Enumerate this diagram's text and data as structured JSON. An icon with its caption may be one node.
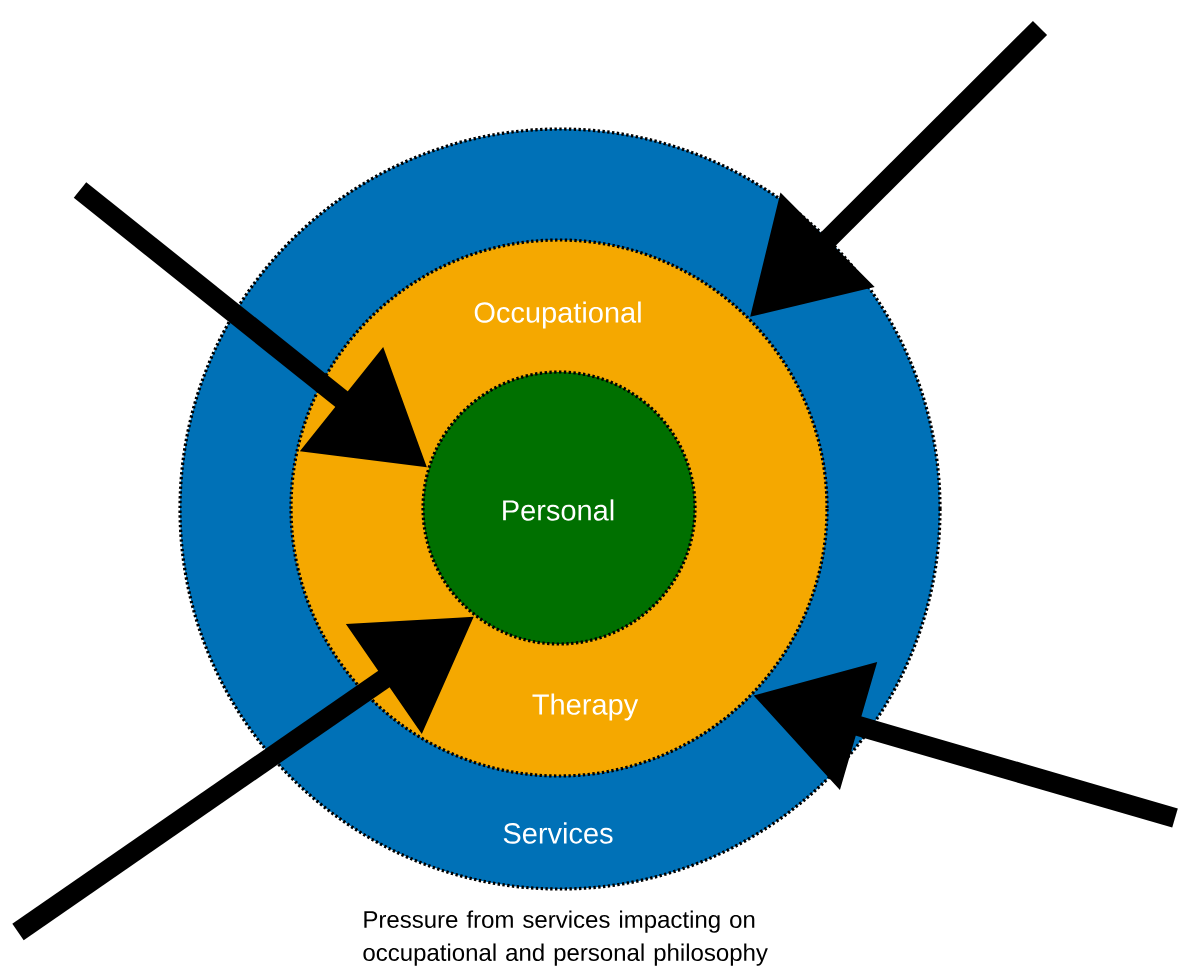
{
  "diagram": {
    "caption": "Pressure from services impacting on occupational and personal philosophy",
    "nodes": [
      {
        "text": [
          "Services"
        ]
      },
      {
        "text": [
          "Occupational",
          "Therapy"
        ],
        "in": 0
      },
      {
        "text": [
          "Personal"
        ],
        "in": 1
      }
    ],
    "edges": [
      {
        "from": null,
        "to": 1,
        "arrow": "to"
      },
      {
        "from": null,
        "to": 2,
        "arrow": "to"
      },
      {
        "from": null,
        "to": 1,
        "arrow": "to"
      },
      {
        "from": null,
        "to": 2,
        "arrow": "to"
      }
    ]
  }
}
